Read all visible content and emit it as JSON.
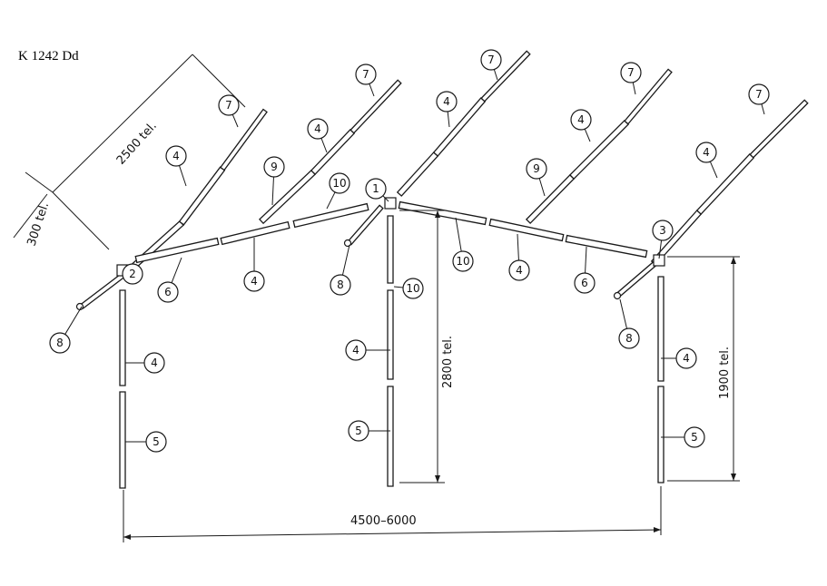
{
  "drawing": {
    "code": "K 1242 Dd",
    "dimensions": {
      "rafter_length": "2500 tel.",
      "overhang": "300 tel.",
      "ridge_height": "2800 tel.",
      "eave_height": "1900 tel.",
      "span": "4500–6000"
    },
    "part_numbers": {
      "p1": "1",
      "p2": "2",
      "p3": "3",
      "p4": "4",
      "p5": "5",
      "p6": "6",
      "p7": "7",
      "p8": "8",
      "p9": "9",
      "p10": "10"
    },
    "colors": {
      "ink": "#1a1a1a",
      "paper": "#ffffff"
    }
  }
}
